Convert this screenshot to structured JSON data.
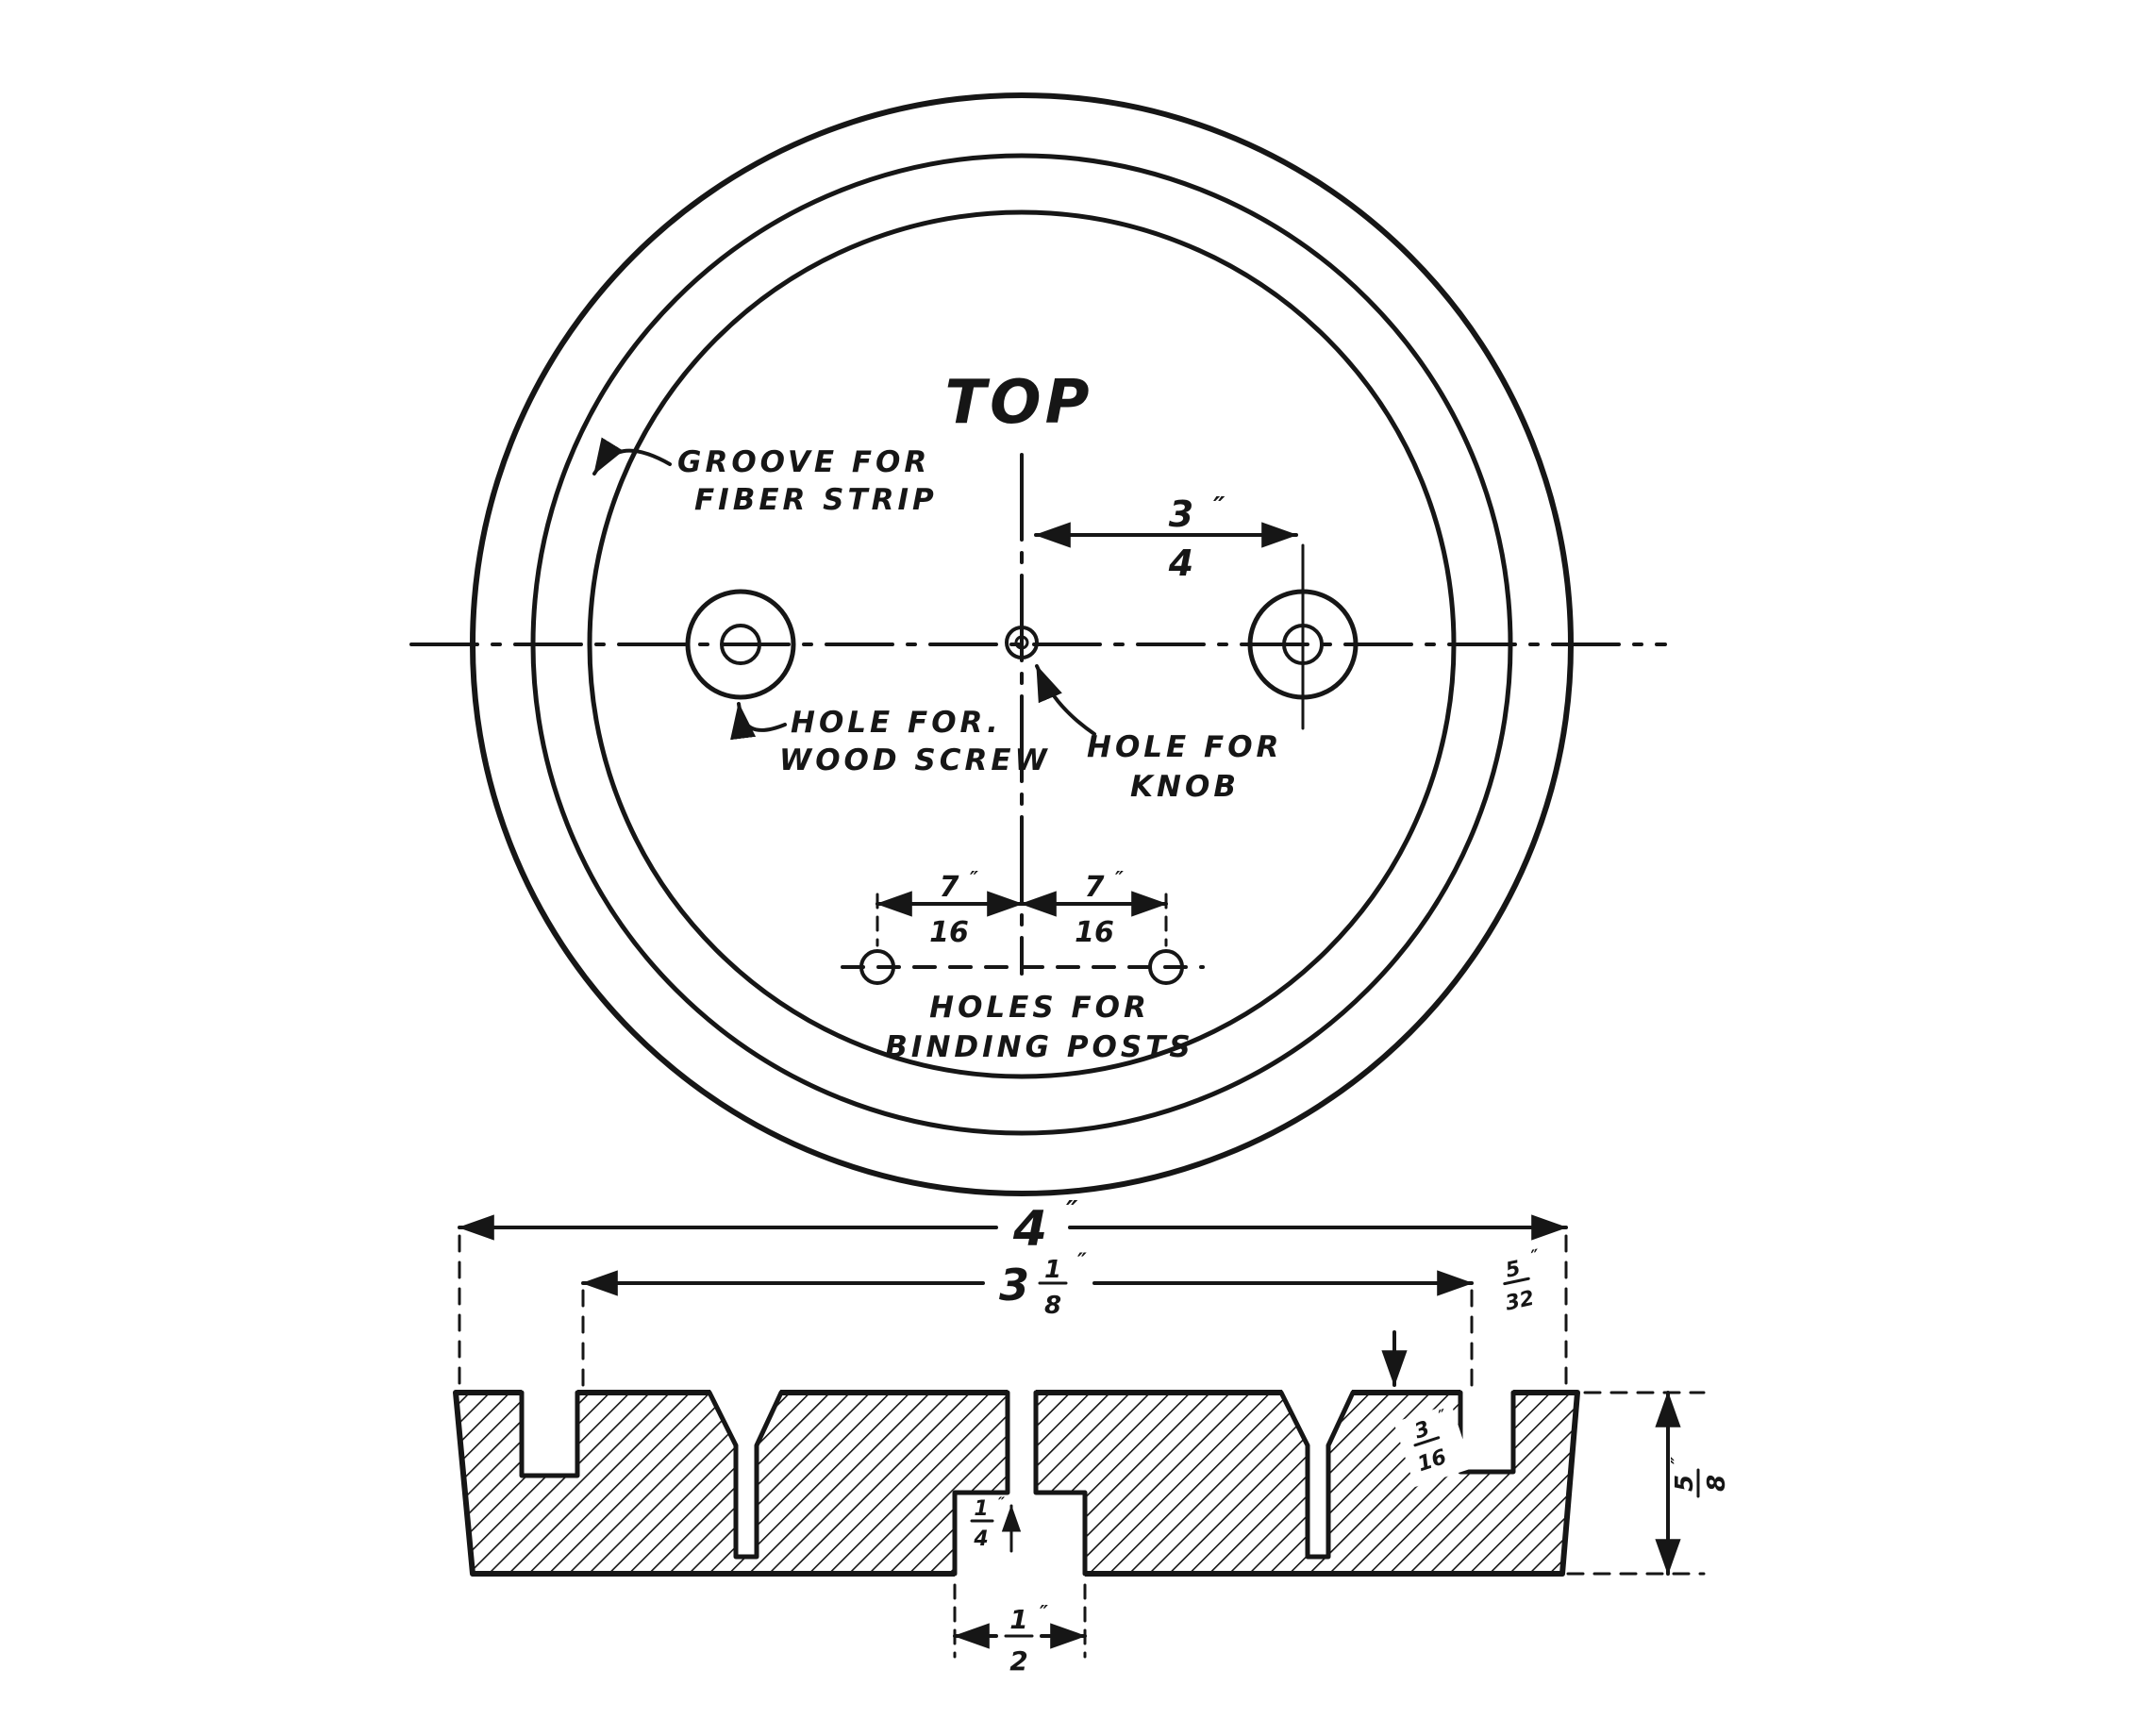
{
  "drawing": {
    "title": "TOP",
    "labels": {
      "groove_line1": "GROOVE FOR",
      "groove_line2": "FIBER STRIP",
      "wood_screw_line1": "HOLE FOR.",
      "wood_screw_line2": "WOOD SCREW",
      "knob_line1": "HOLE FOR",
      "knob_line2": "KNOB",
      "binding_line1": "HOLES FOR",
      "binding_line2": "BINDING POSTS"
    },
    "dims": {
      "knob_offset": {
        "num": "3",
        "den": "4",
        "unit": "″"
      },
      "binding_left": {
        "num": "7",
        "den": "16",
        "unit": "″"
      },
      "binding_right": {
        "num": "7",
        "den": "16",
        "unit": "″"
      },
      "overall": {
        "whole": "4",
        "unit": "″"
      },
      "groove_diameter": {
        "whole": "3",
        "num": "1",
        "den": "8",
        "unit": "″"
      },
      "post_hole_offset": {
        "num": "5",
        "den": "32",
        "unit": "″"
      },
      "counterbore_depth": {
        "num": "3",
        "den": "16",
        "unit": "″"
      },
      "thickness": {
        "num": "5",
        "den": "8",
        "unit": "″"
      },
      "recess_width": {
        "num": "1",
        "den": "2",
        "unit": "″"
      },
      "knob_hole": {
        "num": "1",
        "den": "4",
        "unit": "″"
      }
    }
  }
}
